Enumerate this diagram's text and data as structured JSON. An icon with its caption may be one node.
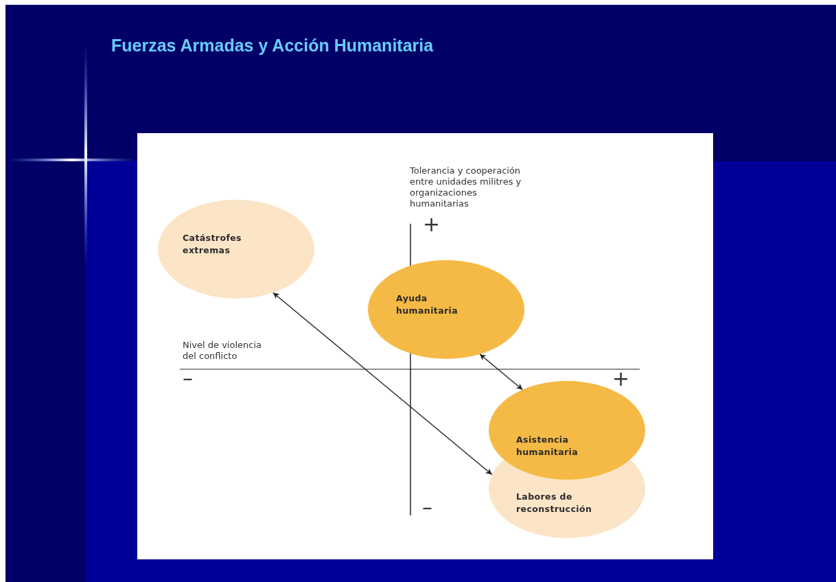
{
  "diagram": {
    "title": "Fuerzas Armadas y Acción Humanitaria",
    "nodes": [
      {
        "text": [
          "Catástrofes extremas"
        ]
      },
      {
        "text": [
          "Ayuda humanitaria"
        ]
      },
      {
        "text": [
          "Asistencia humanitaria"
        ]
      },
      {
        "text": [
          "Labores de reconstrucción"
        ]
      }
    ],
    "edges": [
      {
        "from": 0,
        "to": 3,
        "arrow": "both"
      },
      {
        "from": 1,
        "to": 2,
        "arrow": "both"
      }
    ],
    "labels": [
      "Tolerancia y cooperación entre unidades militres y organizaciones humanitarias",
      "+",
      "Nivel de violencia del conflicto",
      "–",
      "+",
      "–"
    ]
  }
}
